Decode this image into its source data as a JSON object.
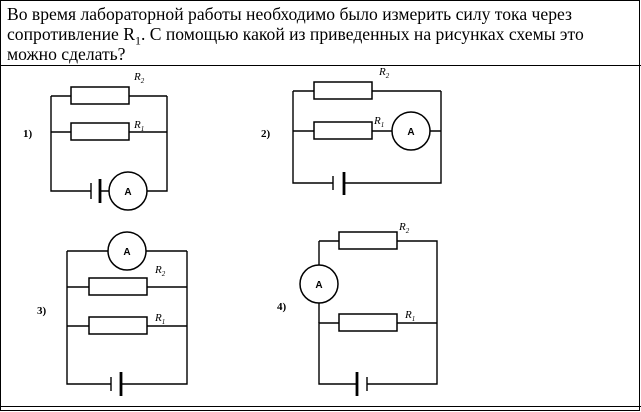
{
  "question": {
    "text_before": "Во время лабораторной работы необходимо было измерить силу тока через сопротивление R",
    "subscript": "1",
    "text_after": ". С помощью какой из приведенных на рисунках схемы это можно сделать?"
  },
  "labels": {
    "r": "R",
    "r1_sub": "1",
    "r2_sub": "2",
    "ammeter": "A"
  },
  "circuits": [
    {
      "number": "1)"
    },
    {
      "number": "2)"
    },
    {
      "number": "3)"
    },
    {
      "number": "4)"
    }
  ]
}
